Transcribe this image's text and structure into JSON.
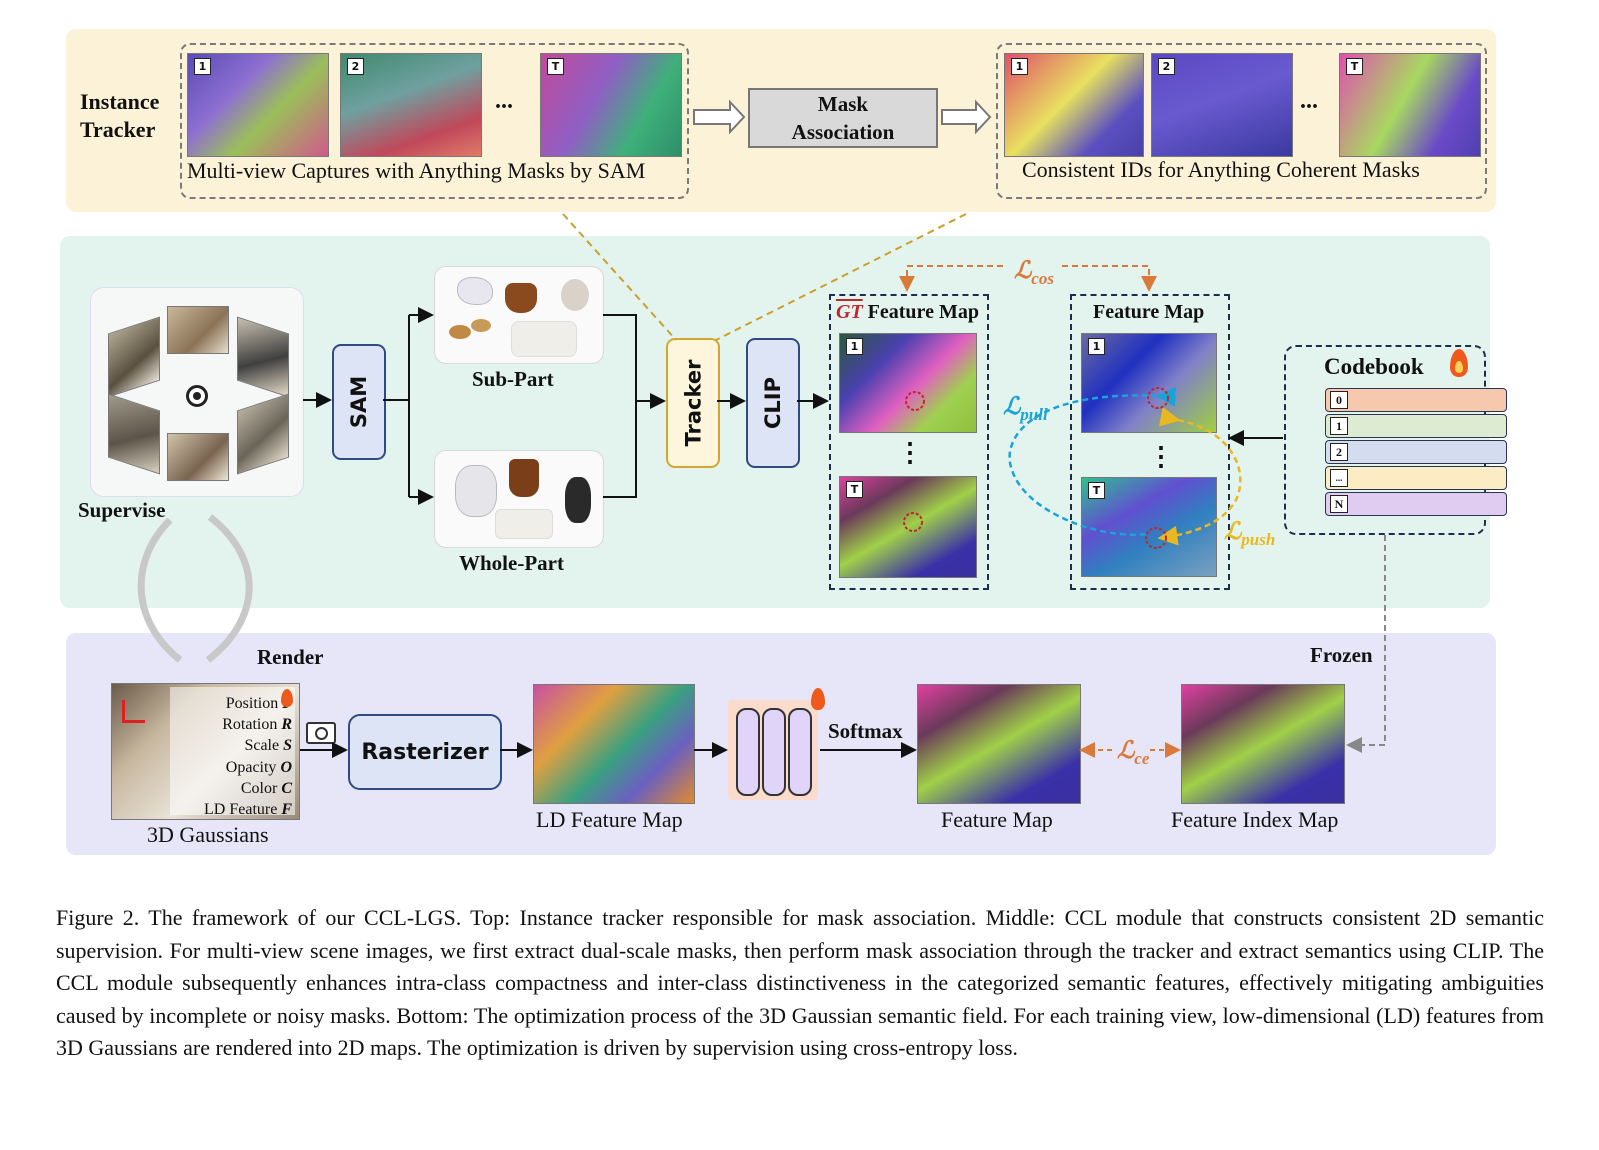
{
  "top": {
    "title_line1": "Instance",
    "title_line2": "Tracker",
    "left_caption": "Multi-view Captures with Anything Masks by SAM",
    "mask_assoc_line1": "Mask",
    "mask_assoc_line2": "Association",
    "right_caption": "Consistent IDs for Anything Coherent Masks",
    "frame_tags": [
      "1",
      "2",
      "T"
    ],
    "ellipsis": "..."
  },
  "middle": {
    "supervise": "Supervise",
    "sam": "SAM",
    "sub_part": "Sub-Part",
    "whole_part": "Whole-Part",
    "tracker": "Tracker",
    "clip": "CLIP",
    "gt_label": "GT",
    "feature_map": "Feature Map",
    "frame_tag_1": "1",
    "frame_tag_t": "T",
    "loss_cos": "cos",
    "loss_pull": "pull",
    "loss_push": "push",
    "loss_symbol": "ℒ",
    "codebook_title": "Codebook",
    "codebook_rows": [
      "0",
      "1",
      "2",
      "...",
      "N"
    ],
    "vdots": "⋮"
  },
  "bottom": {
    "render": "Render",
    "frozen": "Frozen",
    "attributes": [
      {
        "name": "Position",
        "symbol": "P"
      },
      {
        "name": "Rotation",
        "symbol": "R"
      },
      {
        "name": "Scale",
        "symbol": "S"
      },
      {
        "name": "Opacity",
        "symbol": "O"
      },
      {
        "name": "Color",
        "symbol": "C"
      },
      {
        "name": "LD Feature",
        "symbol": "F"
      }
    ],
    "gaussians": "3D Gaussians",
    "rasterizer": "Rasterizer",
    "ld_feature_map": "LD Feature Map",
    "softmax": "Softmax",
    "feature_map": "Feature Map",
    "loss_ce": "ce",
    "feature_index_map": "Feature Index Map"
  },
  "caption": "Figure 2. The framework of our CCL-LGS. Top: Instance tracker responsible for mask association. Middle: CCL module that constructs consistent 2D semantic supervision. For multi-view scene images, we first extract dual-scale masks, then perform mask association through the tracker and extract semantics using CLIP. The CCL module subsequently enhances intra-class compactness and inter-class distinctiveness in the categorized semantic features, effectively mitigating ambiguities caused by incomplete or noisy masks. Bottom: The optimization process of the 3D Gaussian semantic field. For each training view, low-dimensional (LD) features from 3D Gaussians are rendered into 2D maps. The optimization is driven by supervision using cross-entropy loss.",
  "colors": {
    "top_panel": "#fbf2d8",
    "middle_panel": "#e3f4ef",
    "bottom_panel": "#e6e6f8",
    "navy": "#1f2d4d",
    "orange": "#d9793a",
    "cyan": "#1aa3d8",
    "gold": "#e8b820",
    "tracker_fill": "#fdf6dc",
    "tracker_border": "#d3a632",
    "box_fill": "#dde4f5",
    "box_border": "#2f4b82"
  }
}
